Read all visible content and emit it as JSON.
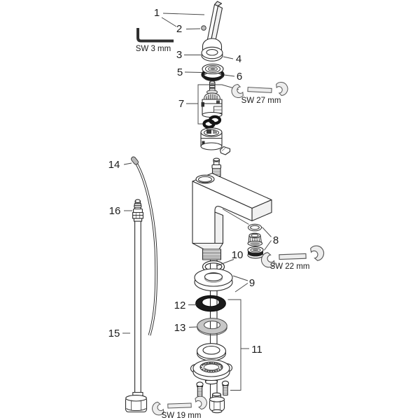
{
  "diagram": {
    "background_color": "#ffffff",
    "line_color": "#2b2b2b",
    "label_color": "#1c1c1c",
    "part_numbers": {
      "p1": "1",
      "p2": "2",
      "p3": "3",
      "p4": "4",
      "p5": "5",
      "p6": "6",
      "p7": "7",
      "p8": "8",
      "p9": "9",
      "p10": "10",
      "p11": "11",
      "p12": "12",
      "p13": "13",
      "p14": "14",
      "p15": "15",
      "p16": "16"
    },
    "tool_labels": {
      "sw3": "SW 3 mm",
      "sw27": "SW 27 mm",
      "sw22": "SW 22 mm",
      "sw19": "SW 19 mm"
    }
  }
}
